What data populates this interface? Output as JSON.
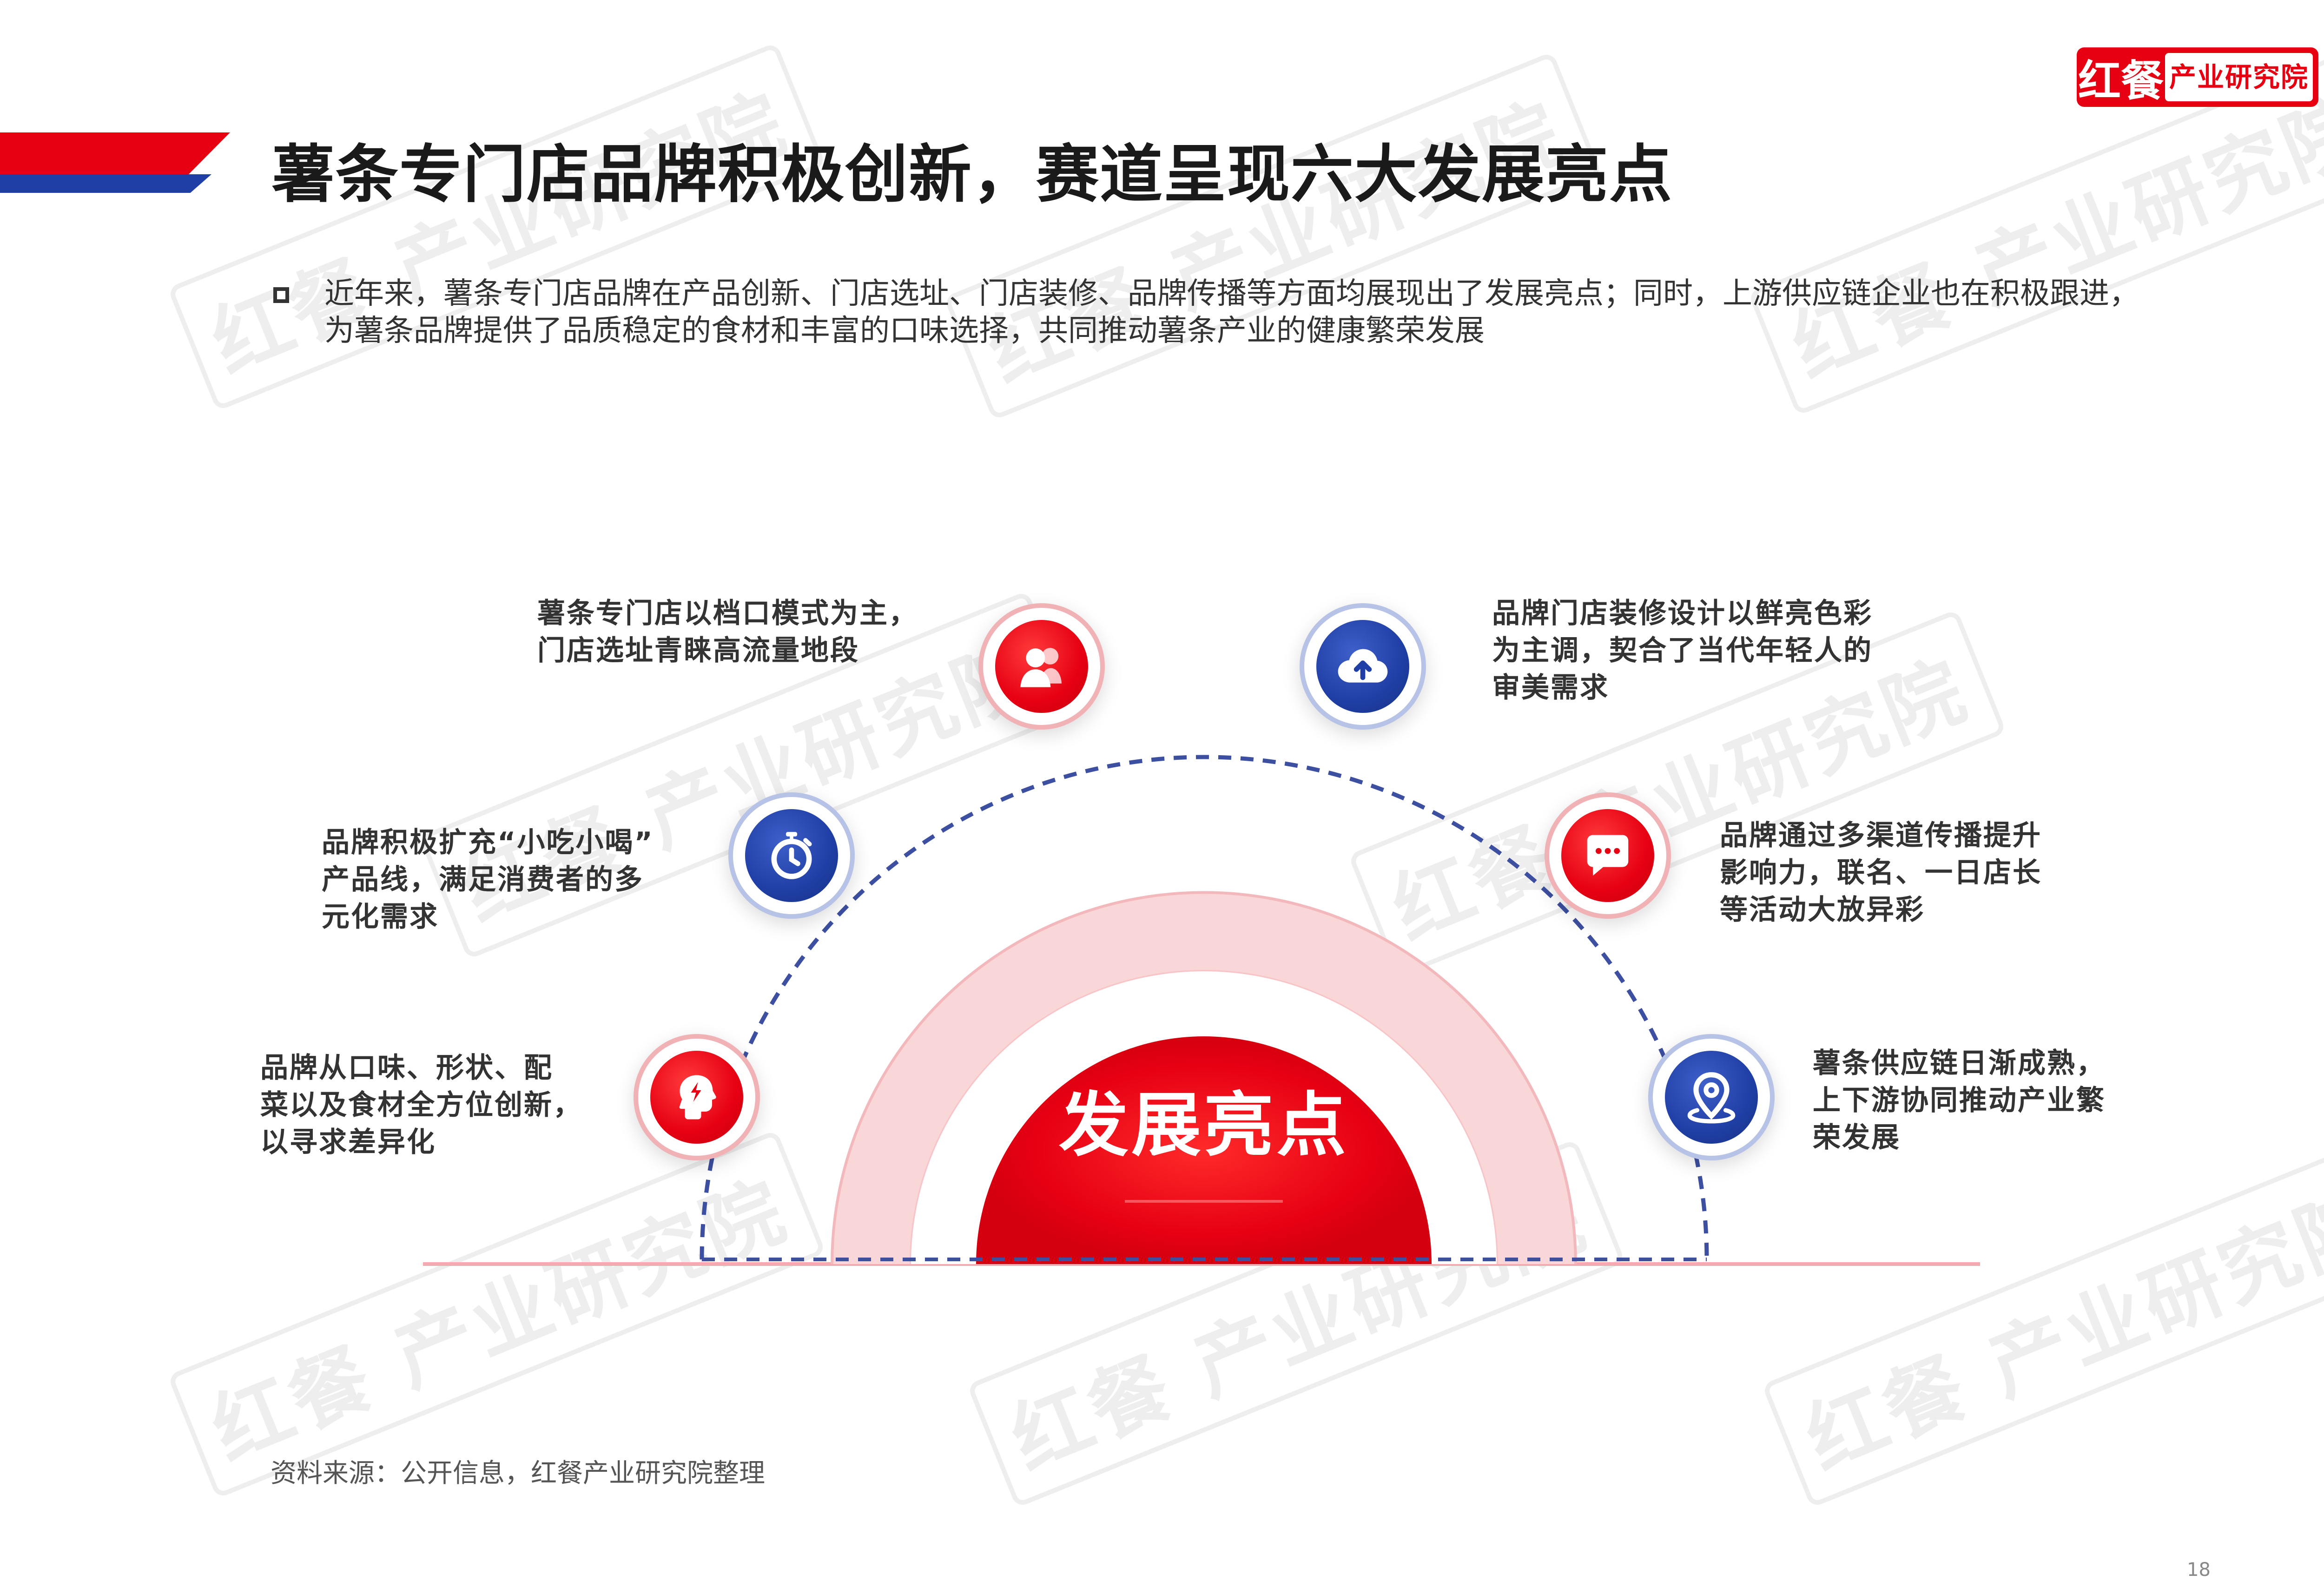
{
  "logo": {
    "mark": "红餐",
    "text": "产业研究院"
  },
  "watermark": "红餐 产业研究院",
  "title": "薯条专门店品牌积极创新，赛道呈现六大发展亮点",
  "intro": "近年来，薯条专门店品牌在产品创新、门店选址、门店装修、品牌传播等方面均展现出了发展亮点；同时，上游供应链企业也在积极跟进，为薯条品牌提供了品质稳定的食材和丰富的口味选择，共同推动薯条产业的健康繁荣发展",
  "center": "发展亮点",
  "highlights": {
    "h1": {
      "icon": "lightbulb-head-icon",
      "lines": [
        "品牌从口味、形状、配",
        "菜以及食材全方位创新，",
        "以寻求差异化"
      ]
    },
    "h2": {
      "icon": "stopwatch-icon",
      "lines": [
        "品牌积极扩充“小吃小喝”",
        "产品线，满足消费者的多",
        "元化需求"
      ]
    },
    "h3": {
      "icon": "users-icon",
      "lines": [
        "薯条专门店以档口模式为主，",
        "门店选址青睐高流量地段"
      ]
    },
    "h4": {
      "icon": "cloud-upload-icon",
      "lines": [
        "品牌门店装修设计以鲜亮色彩",
        "为主调，契合了当代年轻人的",
        "审美需求"
      ]
    },
    "h5": {
      "icon": "chat-bubble-icon",
      "lines": [
        "品牌通过多渠道传播提升",
        "影响力，联名、一日店长",
        "等活动大放异彩"
      ]
    },
    "h6": {
      "icon": "location-pin-icon",
      "lines": [
        "薯条供应链日渐成熟，",
        "上下游协同推动产业繁",
        "荣发展"
      ]
    }
  },
  "source": "资料来源：公开信息，红餐产业研究院整理",
  "page_number": "18",
  "colors": {
    "red": "#e60012",
    "blue": "#1f3fa6",
    "pink": "#f7c9cc"
  }
}
